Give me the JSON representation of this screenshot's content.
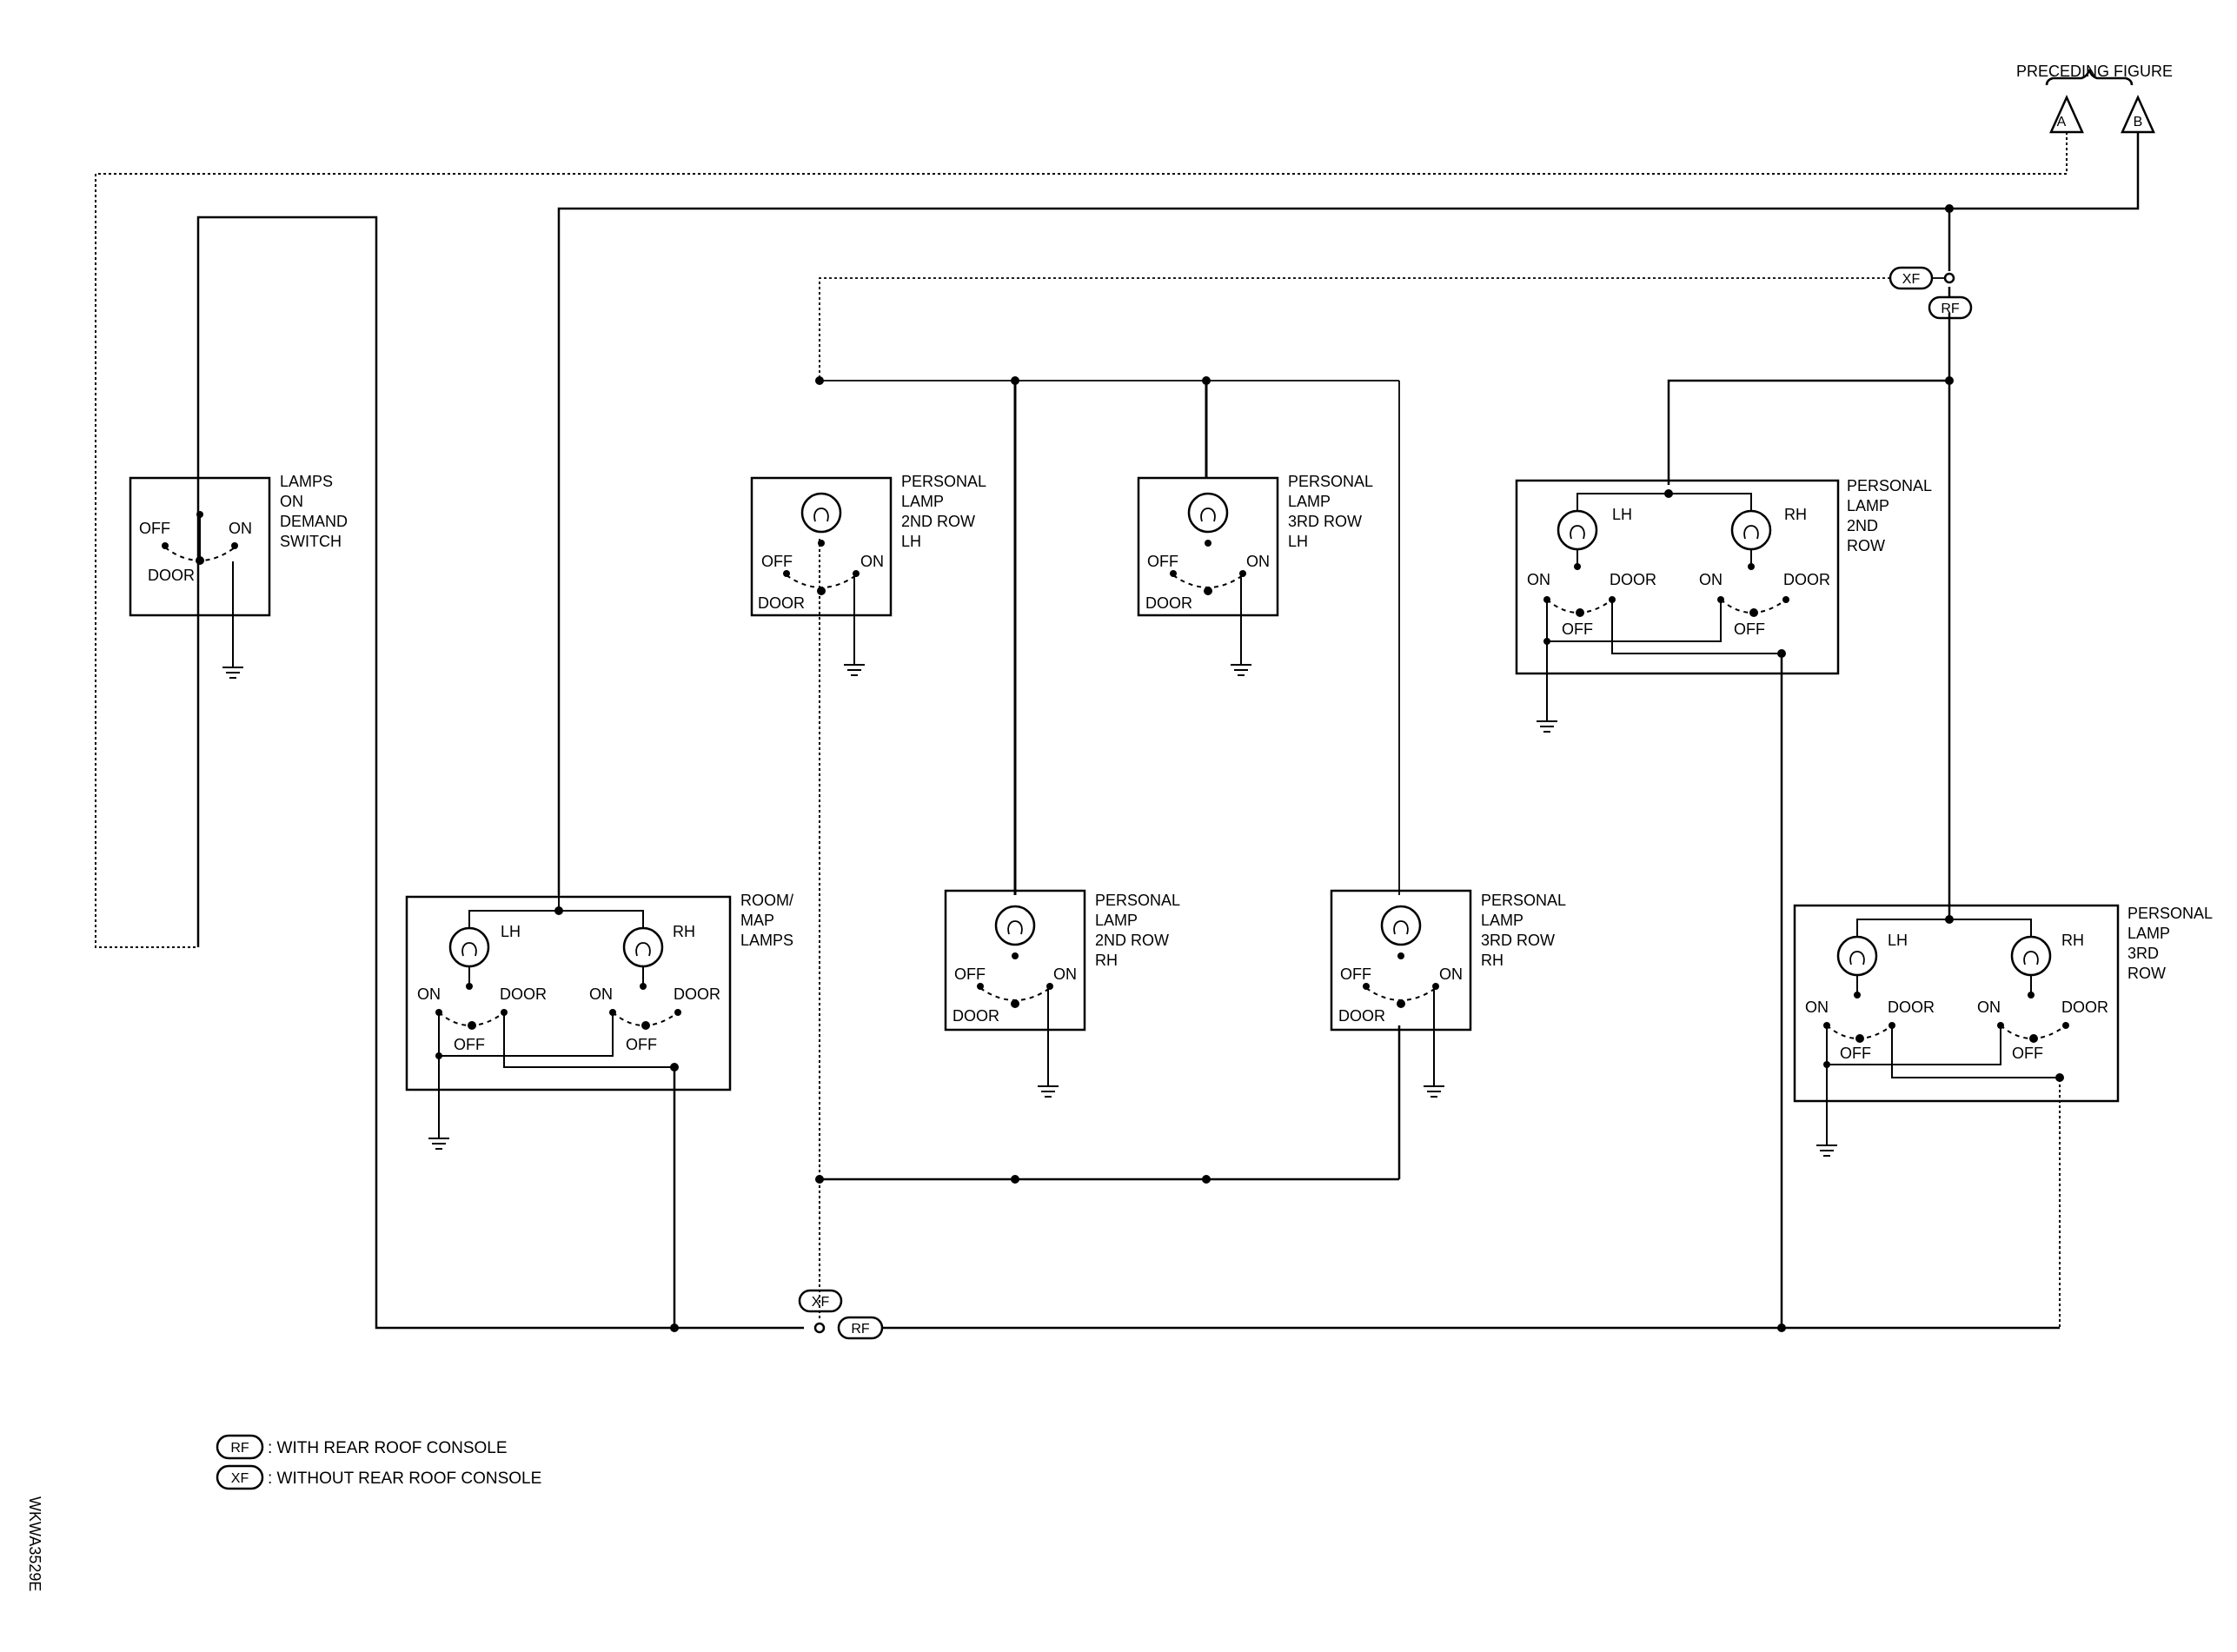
{
  "preceding": {
    "text": "PRECEDING FIGURE",
    "connector_a": "A",
    "connector_b": "B"
  },
  "tags": {
    "xf": "XF",
    "rf": "RF"
  },
  "switch_states": {
    "off": "OFF",
    "on": "ON",
    "door": "DOOR",
    "lh": "LH",
    "rh": "RH"
  },
  "components": {
    "lamps_on_demand": [
      "LAMPS",
      "ON",
      "DEMAND",
      "SWITCH"
    ],
    "personal_2nd_lh": [
      "PERSONAL",
      "LAMP",
      "2ND ROW",
      "LH"
    ],
    "personal_3rd_lh": [
      "PERSONAL",
      "LAMP",
      "3RD ROW",
      "LH"
    ],
    "personal_2nd_row": [
      "PERSONAL",
      "LAMP",
      "2ND",
      "ROW"
    ],
    "room_map": [
      "ROOM/",
      "MAP",
      "LAMPS"
    ],
    "personal_2nd_rh": [
      "PERSONAL",
      "LAMP",
      "2ND ROW",
      "RH"
    ],
    "personal_3rd_rh": [
      "PERSONAL",
      "LAMP",
      "3RD ROW",
      "RH"
    ],
    "personal_3rd_row": [
      "PERSONAL",
      "LAMP",
      "3RD",
      "ROW"
    ]
  },
  "legend": {
    "rf_text": ": WITH REAR ROOF CONSOLE",
    "xf_text": ": WITHOUT REAR ROOF CONSOLE"
  },
  "figure_code": "WKWA3529E"
}
